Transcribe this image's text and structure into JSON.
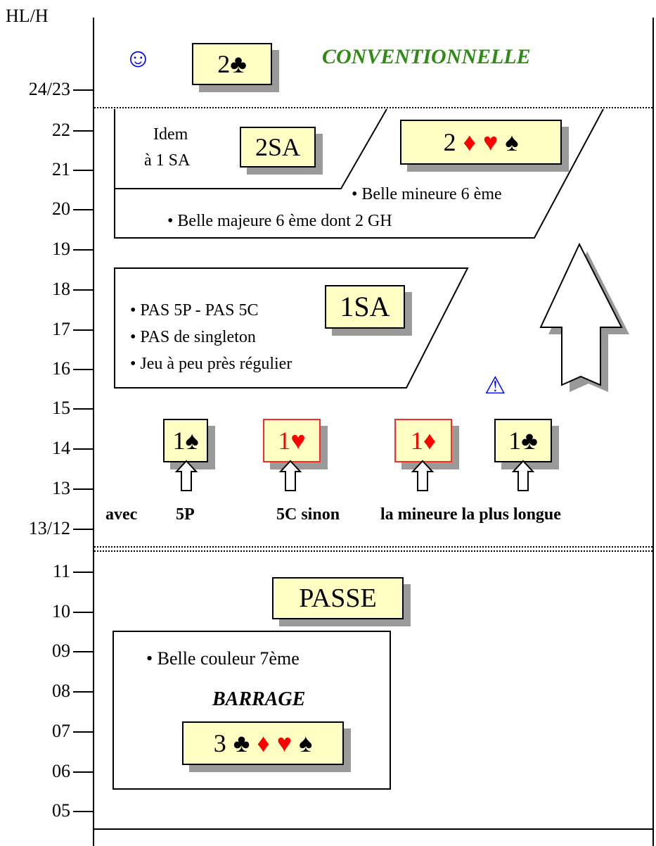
{
  "scale": {
    "header": "HL/H",
    "labels": [
      "24/23",
      "22",
      "21",
      "20",
      "19",
      "18",
      "17",
      "16",
      "15",
      "14",
      "13",
      "13/12",
      "11",
      "10",
      "09",
      "08",
      "07",
      "06",
      "05"
    ]
  },
  "top": {
    "smiley": "☺",
    "card_2c": {
      "num": "2",
      "suit": "♣"
    },
    "title": "CONVENTIONNELLE"
  },
  "idem": {
    "line1": "Idem",
    "line2": "à 1 SA"
  },
  "card_2sa": "2SA",
  "card_2dhs": {
    "num": "2",
    "suits": [
      "♦",
      "♥",
      "♠"
    ]
  },
  "notes_20_22": {
    "mineure": "• Belle mineure 6 ème",
    "majeure": "• Belle majeure 6 ème dont 2 GH"
  },
  "onesa": {
    "card": "1SA",
    "bullets": [
      "• PAS 5P  - PAS 5C",
      "• PAS de singleton",
      "• Jeu à peu près régulier"
    ]
  },
  "warning": "⚠",
  "openings": [
    {
      "num": "1",
      "suit": "♠",
      "color": "#000000"
    },
    {
      "num": "1",
      "suit": "♥",
      "color": "#ff0000"
    },
    {
      "num": "1",
      "suit": "♦",
      "color": "#ff0000"
    },
    {
      "num": "1",
      "suit": "♣",
      "color": "#000000"
    }
  ],
  "openings_caption": {
    "avec": "avec",
    "p5": "5P",
    "c5": "5C sinon",
    "mineure": "la mineure la plus longue"
  },
  "passe": "PASSE",
  "barrage": {
    "note": "• Belle couleur 7ème",
    "title": "BARRAGE",
    "card": {
      "num": "3",
      "suits": [
        "♣",
        "♦",
        "♥",
        "♠"
      ]
    }
  },
  "colors": {
    "card_bg": "#ffffc4",
    "shadow": "#9a9a9a",
    "green": "#2e8b13",
    "red": "#ff0000",
    "blue": "#0000ff"
  }
}
